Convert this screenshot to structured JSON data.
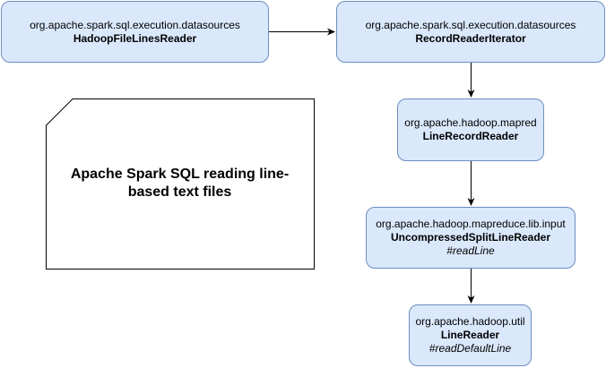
{
  "diagram": {
    "note": {
      "text": "Apache Spark SQL reading line-based text files"
    },
    "nodes": {
      "hadoop_file_lines_reader": {
        "package": "org.apache.spark.sql.execution.datasources",
        "class": "HadoopFileLinesReader"
      },
      "record_reader_iterator": {
        "package": "org.apache.spark.sql.execution.datasources",
        "class": "RecordReaderIterator"
      },
      "line_record_reader": {
        "package": "org.apache.hadoop.mapred",
        "class": "LineRecordReader"
      },
      "uncompressed_split_line_reader": {
        "package": "org.apache.hadoop.mapreduce.lib.input",
        "class": "UncompressedSplitLineReader",
        "method": "#readLine"
      },
      "line_reader": {
        "package": "org.apache.hadoop.util",
        "class": "LineReader",
        "method": "#readDefaultLine"
      }
    },
    "edges": [
      {
        "from": "hadoop_file_lines_reader",
        "to": "record_reader_iterator"
      },
      {
        "from": "record_reader_iterator",
        "to": "line_record_reader"
      },
      {
        "from": "line_record_reader",
        "to": "uncompressed_split_line_reader"
      },
      {
        "from": "uncompressed_split_line_reader",
        "to": "line_reader"
      }
    ],
    "colors": {
      "node_fill": "#dae8fc",
      "node_stroke": "#6c8ebf",
      "edge": "#000000",
      "note_fill": "#ffffff",
      "note_stroke": "#000000"
    }
  }
}
